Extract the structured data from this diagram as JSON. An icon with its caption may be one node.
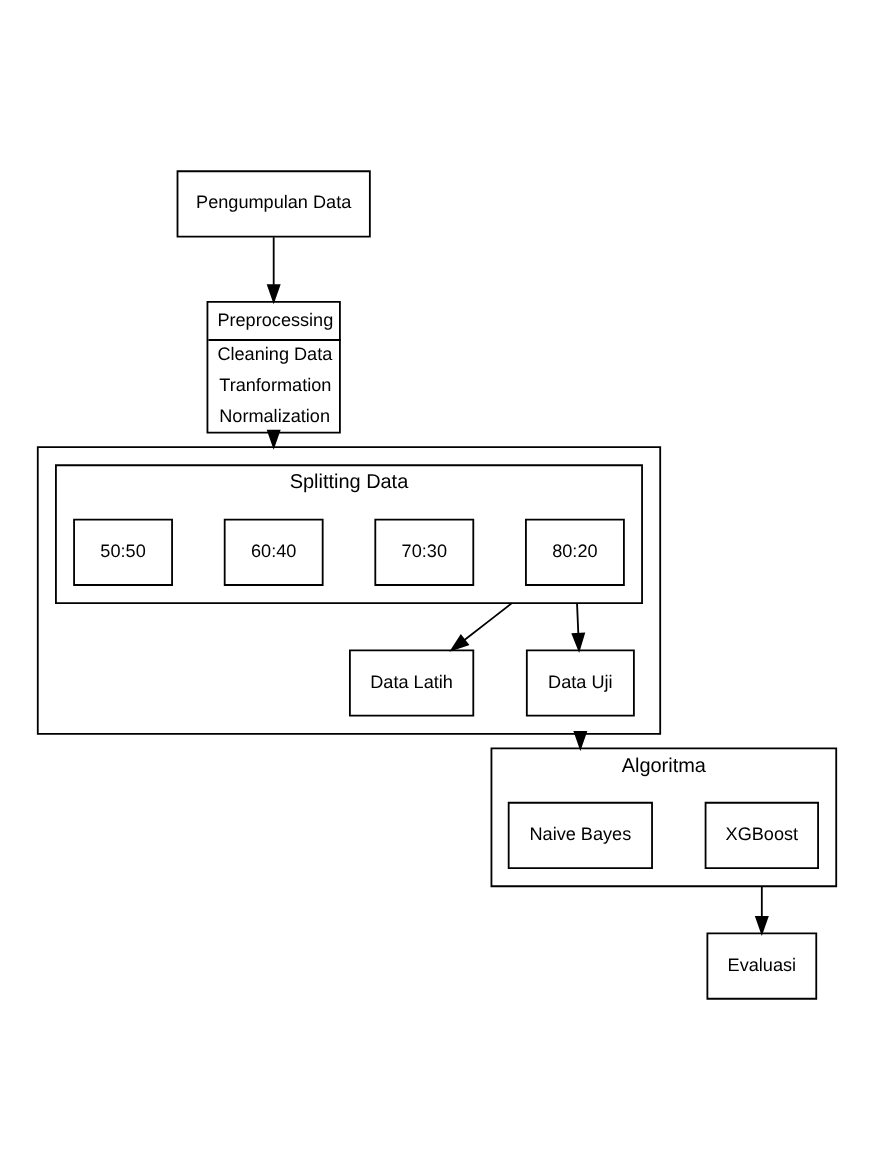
{
  "diagram": {
    "nodes": [
      {
        "text": [
          "Pengumpulan Data"
        ]
      },
      {
        "text": [
          "Preprocessing",
          "Cleaning Data",
          "Tranformation",
          "Normalization"
        ]
      },
      {
        "text": [],
        "shape": "box"
      },
      {
        "text": [
          "Splitting Data"
        ],
        "in": 2
      },
      {
        "text": [
          "50:50"
        ],
        "in": 3
      },
      {
        "text": [
          "60:40"
        ],
        "in": 3
      },
      {
        "text": [
          "70:30"
        ],
        "in": 3
      },
      {
        "text": [
          "80:20"
        ],
        "in": 3
      },
      {
        "text": [
          "Data Latih"
        ],
        "in": 2
      },
      {
        "text": [
          "Data Uji"
        ],
        "in": 2
      },
      {
        "text": [
          "Algoritma"
        ]
      },
      {
        "text": [
          "Naive Bayes"
        ],
        "in": 10
      },
      {
        "text": [
          "XGBoost"
        ],
        "in": 10
      },
      {
        "text": [
          "Evaluasi"
        ]
      }
    ],
    "edges": [
      {
        "from": 0,
        "to": 1,
        "arrow": "to"
      },
      {
        "from": 1,
        "to": 2,
        "arrow": "to"
      },
      {
        "from": 3,
        "to": 8,
        "arrow": "to"
      },
      {
        "from": 3,
        "to": 9,
        "arrow": "to"
      },
      {
        "from": 2,
        "to": 10,
        "arrow": "to"
      },
      {
        "from": 10,
        "to": 13,
        "arrow": "to"
      }
    ]
  }
}
